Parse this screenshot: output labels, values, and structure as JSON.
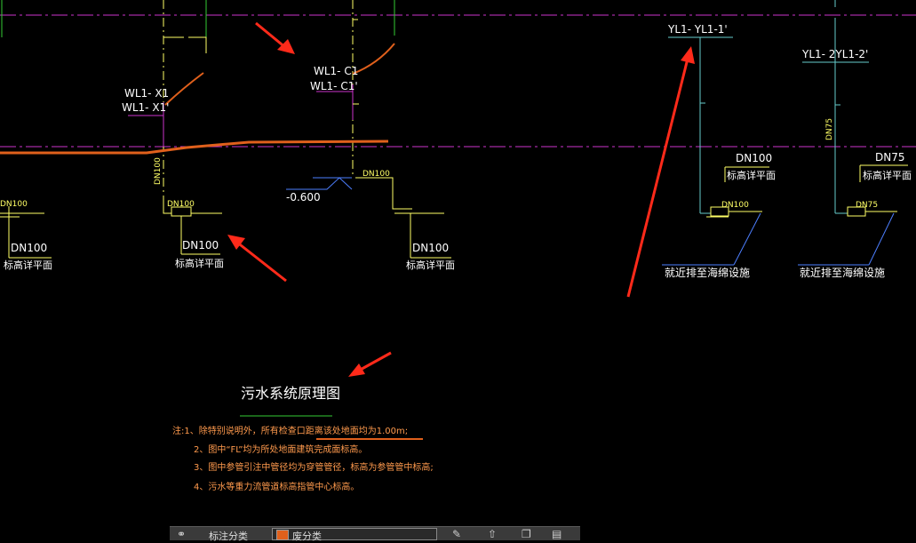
{
  "pipe_labels": {
    "wl1_x1_top": "WL1- X1",
    "wl1_x1_bottom": "WL1- X1'",
    "wl1_c1_top": "WL1- C1",
    "wl1_c1_bottom": "WL1- C1'",
    "yl1_1": "YL1- YL1-1'",
    "yl1_2": "YL1- 2YL1-2'"
  },
  "dimensions": {
    "dn100": "DN100",
    "dn75": "DN75"
  },
  "elevation": "-0.600",
  "notes_text": {
    "standard_height_plan": "标高详平面",
    "drain_to_sponge": "就近排至海绵设施"
  },
  "drawing_title": "污水系统原理图",
  "notes": [
    "注:1、除特别说明外，所有检查口距离该处地面均为1.00m;",
    "2、图中“FL”均为所处地面建筑完成面标高。",
    "3、图中参管引注中管径均为穿管管径，标高为参管管中标高;",
    "4、污水等重力流管道标高指管中心标高。"
  ],
  "toolbar": {
    "left_label": "标注分类",
    "layer_label": "废分类"
  },
  "colors": {
    "background": "#000000",
    "magenta_axis": "#cc33cc",
    "yellow_line": "#ffff66",
    "orange_pipe": "#e0601c",
    "cyan_pipe": "#66cccc",
    "red_arrow": "#ff2a1a",
    "blue_leader": "#4d7fff",
    "green_line": "#33cc33"
  }
}
